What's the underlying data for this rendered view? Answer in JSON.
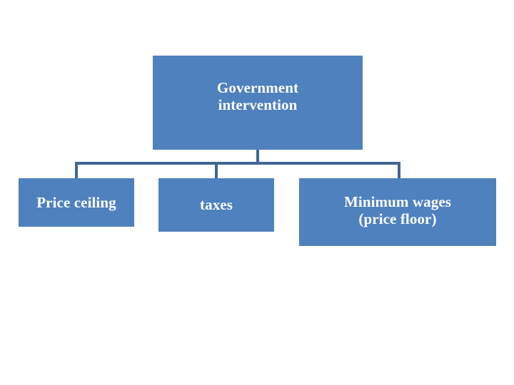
{
  "diagram": {
    "type": "organizational-tree",
    "background_color": "#ffffff",
    "node_fill_color": "#4e81bd",
    "node_text_color": "#ffffff",
    "connector_color": "#3f6791",
    "root": {
      "label": "Government\nintervention"
    },
    "children": [
      {
        "label": "Price ceiling"
      },
      {
        "label": "taxes"
      },
      {
        "label": "Minimum wages\n(price floor)"
      }
    ]
  }
}
